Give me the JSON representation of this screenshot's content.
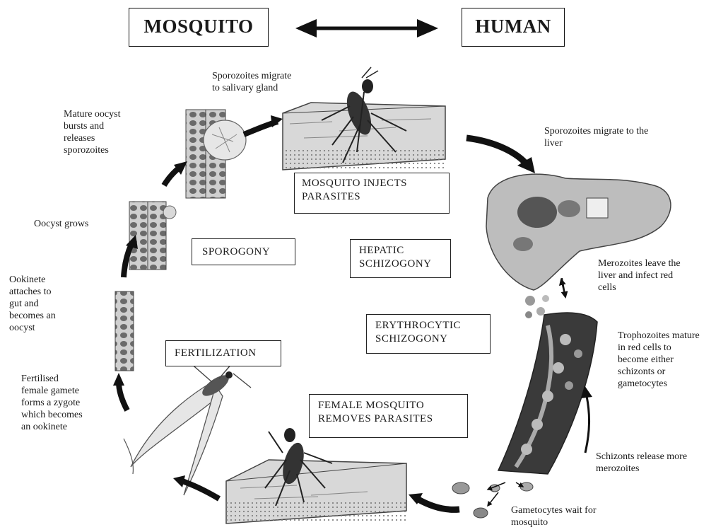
{
  "titles": {
    "left": "MOSQUITO",
    "right": "HUMAN"
  },
  "phases": {
    "injects": "MOSQUITO INJECTS\nPARASITES",
    "sporogony": "SPOROGONY",
    "hepatic": "HEPATIC\nSCHIZOGONY",
    "erythrocytic": "ERYTHROCYTIC\nSCHIZOGONY",
    "fertilization": "FERTILIZATION",
    "removes": "FEMALE MOSQUITO\nREMOVES PARASITES"
  },
  "steps": {
    "salivary": "Sporozoites migrate\nto salivary gland",
    "liver": "Sporozoites migrate to the\nliver",
    "merozoites_leave": "Merozoites leave the\nliver and infect red\ncells",
    "trophozoites": "Trophozoites mature\nin red cells to\nbecome either\nschizonts or\ngametocytes",
    "schizonts": "Schizonts release more\nmerozoites",
    "gametocytes": "Gametocytes wait for\nmosquito",
    "zygote": "Fertilised\nfemale gamete\nforms a zygote\nwhich becomes\nan ookinete",
    "ookinete": "Ookinete\nattaches to\ngut and\nbecomes an\noocyst",
    "oocyst_grows": "Oocyst grows",
    "oocyst_bursts": "Mature oocyst\nbursts and\nreleases\nsporozoites"
  },
  "colors": {
    "ink": "#1a1a1a",
    "illustration": "#555555",
    "tissue": "#9a9a9a"
  },
  "icons": [
    "double-headed-arrow-icon",
    "curved-arrow-icon",
    "mosquito-illustration",
    "liver-illustration",
    "blood-vessel-illustration",
    "gut-cells-illustration"
  ]
}
